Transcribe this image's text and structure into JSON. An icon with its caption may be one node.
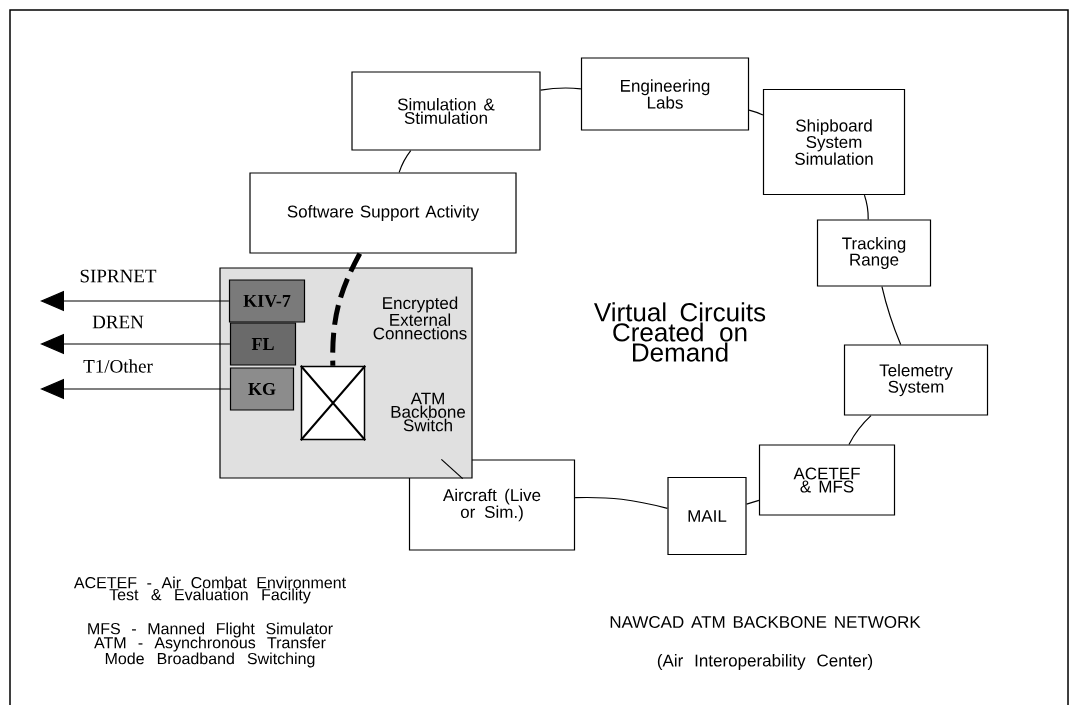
{
  "diagram": {
    "nodes": [
      {
        "text": [
          "Simulation & Stimulation"
        ]
      },
      {
        "text": [
          "Engineering Labs"
        ]
      },
      {
        "text": [
          "Shipboard System Simulation"
        ]
      },
      {
        "text": [
          "Tracking Range"
        ]
      },
      {
        "text": [
          "Telemetry System"
        ]
      },
      {
        "text": [
          "ACETEF & MFS"
        ]
      },
      {
        "text": [
          "MAIL"
        ]
      },
      {
        "text": [
          "Aircraft (Live or Sim.)"
        ]
      },
      {
        "text": [
          "Encrypted External Connections",
          "ATM Backbone Switch"
        ]
      },
      {
        "text": [
          "Software Support Activity"
        ]
      },
      {
        "text": [
          "KIV-7"
        ],
        "in": 8
      },
      {
        "text": [
          "FL"
        ],
        "in": 8
      },
      {
        "text": [
          "KG"
        ],
        "in": 8
      },
      {
        "text": [],
        "shape": "box",
        "in": 8
      }
    ],
    "edges": [
      {
        "from": 9,
        "to": 0,
        "arrow": "none"
      },
      {
        "from": 0,
        "to": 1,
        "arrow": "none"
      },
      {
        "from": 1,
        "to": 2,
        "arrow": "none"
      },
      {
        "from": 2,
        "to": 3,
        "arrow": "none"
      },
      {
        "from": 3,
        "to": 4,
        "arrow": "none"
      },
      {
        "from": 4,
        "to": 5,
        "arrow": "none"
      },
      {
        "from": 5,
        "to": 6,
        "arrow": "none"
      },
      {
        "from": 6,
        "to": 7,
        "arrow": "none"
      },
      {
        "from": 7,
        "to": 8,
        "arrow": "none"
      },
      {
        "from": 9,
        "to": 13,
        "arrow": "none",
        "style": "dashed"
      },
      {
        "from": 10,
        "to": null,
        "arrow": "to",
        "label": "SIPRNET"
      },
      {
        "from": 11,
        "to": null,
        "arrow": "to",
        "label": "DREN"
      },
      {
        "from": 12,
        "to": null,
        "arrow": "to",
        "label": "T1/Other"
      }
    ],
    "labels": [
      "Virtual Circuits Created on Demand",
      "ACETEF - Air Combat Environment Test & Evaluation Facility",
      "MFS - Manned Flight Simulator",
      "ATM - Asynchronous Transfer Mode Broadband Switching",
      "NAWCAD ATM BACKBONE NETWORK",
      "(Air Interoperability Center)"
    ]
  }
}
